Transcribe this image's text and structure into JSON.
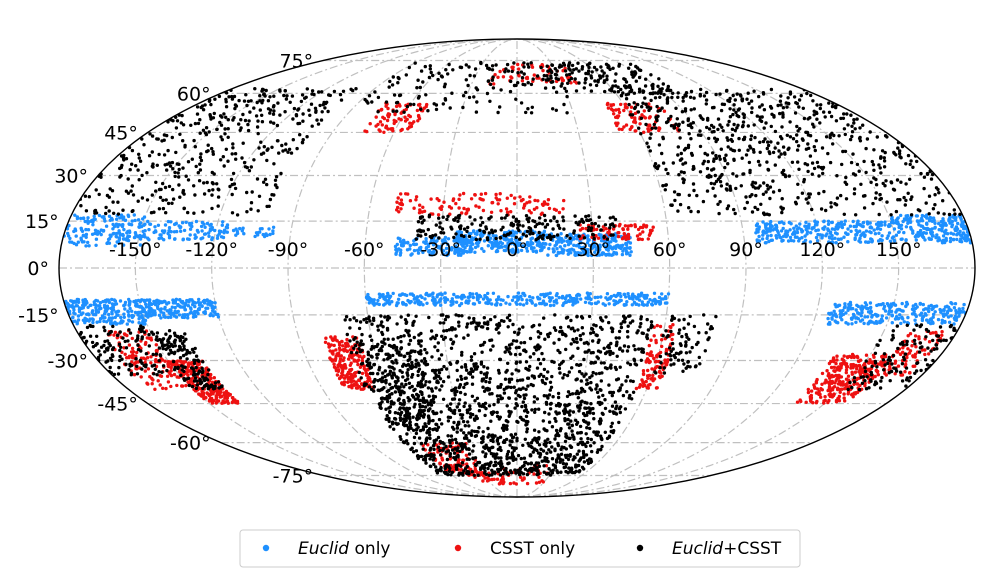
{
  "chart_data": {
    "type": "scatter",
    "projection": "mollweide",
    "grid": true,
    "legend_position": "bottom-center",
    "x_ticks": [
      "-150°",
      "-120°",
      "-90°",
      "-60°",
      "-30°",
      "0°",
      "30°",
      "60°",
      "90°",
      "120°",
      "150°"
    ],
    "y_ticks": [
      "75°",
      "60°",
      "45°",
      "30°",
      "15°",
      "0°",
      "-15°",
      "-30°",
      "-45°",
      "-60°",
      "-75°"
    ],
    "xlim": [
      -180,
      180
    ],
    "ylim": [
      -90,
      90
    ],
    "series": [
      {
        "name": "Euclid only",
        "name_italic": "Euclid",
        "name_rest": " only",
        "color": "#1e90ff",
        "regions": [
          [
            -180,
            -148,
            7,
            17,
            150
          ],
          [
            -152,
            -115,
            9,
            15,
            110
          ],
          [
            -115,
            -95,
            10,
            13,
            25
          ],
          [
            -48,
            -20,
            4,
            10,
            120
          ],
          [
            -25,
            12,
            5,
            12,
            260
          ],
          [
            12,
            45,
            4,
            11,
            220
          ],
          [
            95,
            150,
            8,
            15,
            260
          ],
          [
            150,
            180,
            8,
            17,
            200
          ],
          [
            -180,
            -150,
            -18,
            -10,
            200
          ],
          [
            -152,
            -120,
            -16,
            -10,
            200
          ],
          [
            -60,
            60,
            -12,
            -8,
            380
          ],
          [
            125,
            180,
            -18,
            -11,
            260
          ]
        ]
      },
      {
        "name": "CSST only",
        "color": "#ee1111",
        "regions": [
          [
            -75,
            -50,
            45,
            56,
            80
          ],
          [
            -50,
            20,
            17,
            24,
            110
          ],
          [
            25,
            55,
            9,
            14,
            80
          ],
          [
            -20,
            40,
            64,
            73,
            60
          ],
          [
            50,
            80,
            45,
            56,
            80
          ],
          [
            -170,
            -150,
            -40,
            -20,
            120
          ],
          [
            -150,
            -135,
            -45,
            -30,
            230
          ],
          [
            -80,
            -65,
            -40,
            -22,
            200
          ],
          [
            -60,
            -30,
            -75,
            -60,
            100
          ],
          [
            -50,
            30,
            -80,
            -70,
            60
          ],
          [
            55,
            65,
            -40,
            -18,
            100
          ],
          [
            135,
            160,
            -45,
            -28,
            280
          ],
          [
            160,
            175,
            -35,
            -20,
            80
          ]
        ]
      },
      {
        "name": "Euclid+CSST",
        "name_italic": "Euclid",
        "name_rest": "+CSST",
        "color": "#000000",
        "regions": [
          [
            -180,
            -100,
            17,
            62,
            420
          ],
          [
            -90,
            30,
            52,
            74,
            150
          ],
          [
            -40,
            40,
            9,
            17,
            200
          ],
          [
            60,
            180,
            17,
            62,
            700
          ],
          [
            20,
            100,
            60,
            74,
            150
          ],
          [
            -180,
            -150,
            -35,
            -18,
            120
          ],
          [
            -150,
            -135,
            -40,
            -20,
            150
          ],
          [
            -70,
            55,
            -75,
            -15,
            1600
          ],
          [
            -65,
            -40,
            -55,
            -25,
            200
          ],
          [
            60,
            80,
            -35,
            -15,
            80
          ],
          [
            150,
            180,
            -40,
            -18,
            120
          ]
        ]
      }
    ]
  }
}
